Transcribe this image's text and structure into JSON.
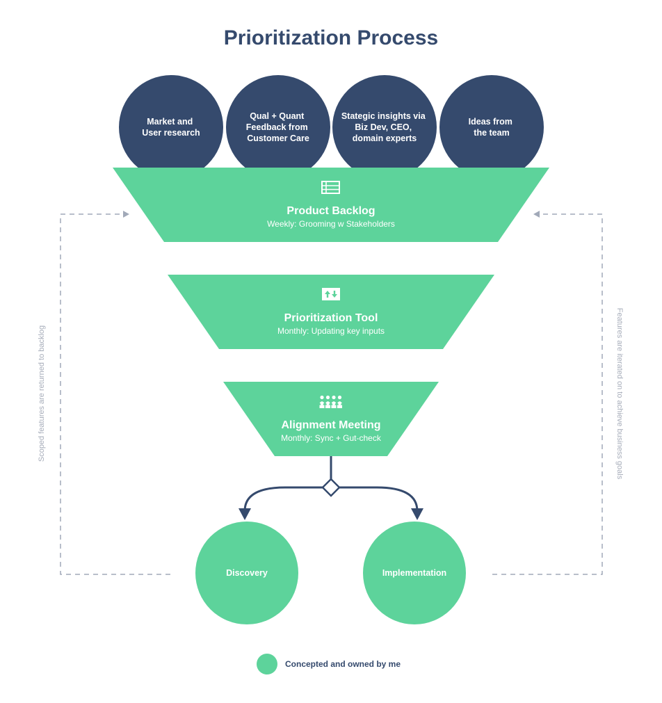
{
  "title": "Prioritization Process",
  "colors": {
    "navy": "#354a6d",
    "green": "#5dd39b",
    "dash": "#a1a9b8",
    "side_text": "#a7adba",
    "white": "#ffffff"
  },
  "sources": [
    {
      "lines": [
        "Market and",
        "User research"
      ]
    },
    {
      "lines": [
        "Qual + Quant",
        "Feedback from",
        "Customer Care"
      ]
    },
    {
      "lines": [
        "Stategic insights via",
        "Biz Dev, CEO,",
        "domain experts"
      ]
    },
    {
      "lines": [
        "Ideas from",
        "the team"
      ]
    }
  ],
  "stages": [
    {
      "icon": "backlog-list-icon",
      "title": "Product Backlog",
      "subtitle": "Weekly: Grooming w Stakeholders"
    },
    {
      "icon": "sort-arrows-icon",
      "title": "Prioritization Tool",
      "subtitle": "Monthly: Updating key inputs"
    },
    {
      "icon": "people-group-icon",
      "title": "Alignment Meeting",
      "subtitle": "Monthly: Sync + Gut-check"
    }
  ],
  "outcomes": [
    {
      "label": "Discovery"
    },
    {
      "label": "Implementation"
    }
  ],
  "side_labels": {
    "left": "Scoped features are returned to backlog",
    "right": "Features are iterated on to achieve business goals"
  },
  "legend": {
    "label": "Concepted and owned by me"
  }
}
